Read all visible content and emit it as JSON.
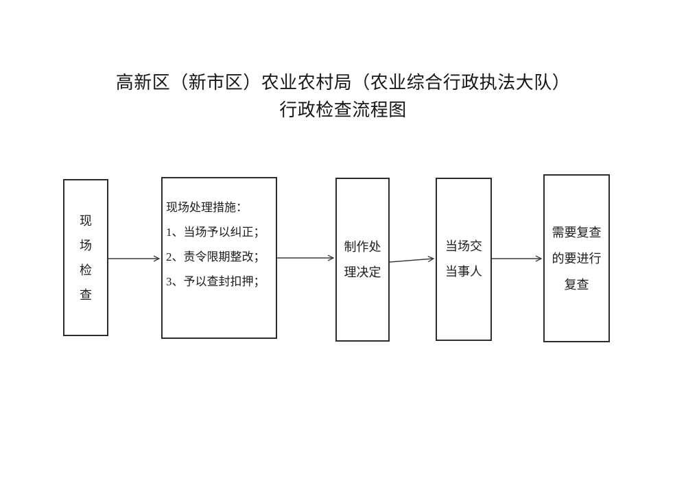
{
  "title": {
    "line1": "高新区（新市区）农业农村局（农业综合行政执法大队）",
    "line2": "行政检查流程图"
  },
  "flowchart": {
    "nodes": [
      {
        "id": "onsite-inspection",
        "chars": [
          "现",
          "场",
          "检",
          "查"
        ]
      },
      {
        "id": "onsite-measures",
        "lines": [
          "现场处理措施：",
          "1、当场予以纠正；",
          "2、责令限期整改；",
          "3、予以查封扣押；"
        ]
      },
      {
        "id": "make-decision",
        "lines": [
          "制作处",
          "理决定"
        ]
      },
      {
        "id": "deliver-to-party",
        "lines": [
          "当场交",
          "当事人"
        ]
      },
      {
        "id": "recheck",
        "lines": [
          "需要复查",
          "的要进行",
          "复查"
        ]
      }
    ],
    "connections": [
      {
        "from": "onsite-inspection",
        "to": "onsite-measures"
      },
      {
        "from": "onsite-measures",
        "to": "make-decision"
      },
      {
        "from": "make-decision",
        "to": "deliver-to-party"
      },
      {
        "from": "deliver-to-party",
        "to": "recheck"
      }
    ]
  },
  "colors": {
    "background": "#ffffff",
    "text": "#1c1c1c",
    "border": "#2b2b2b",
    "arrow": "#3a3a3a"
  }
}
